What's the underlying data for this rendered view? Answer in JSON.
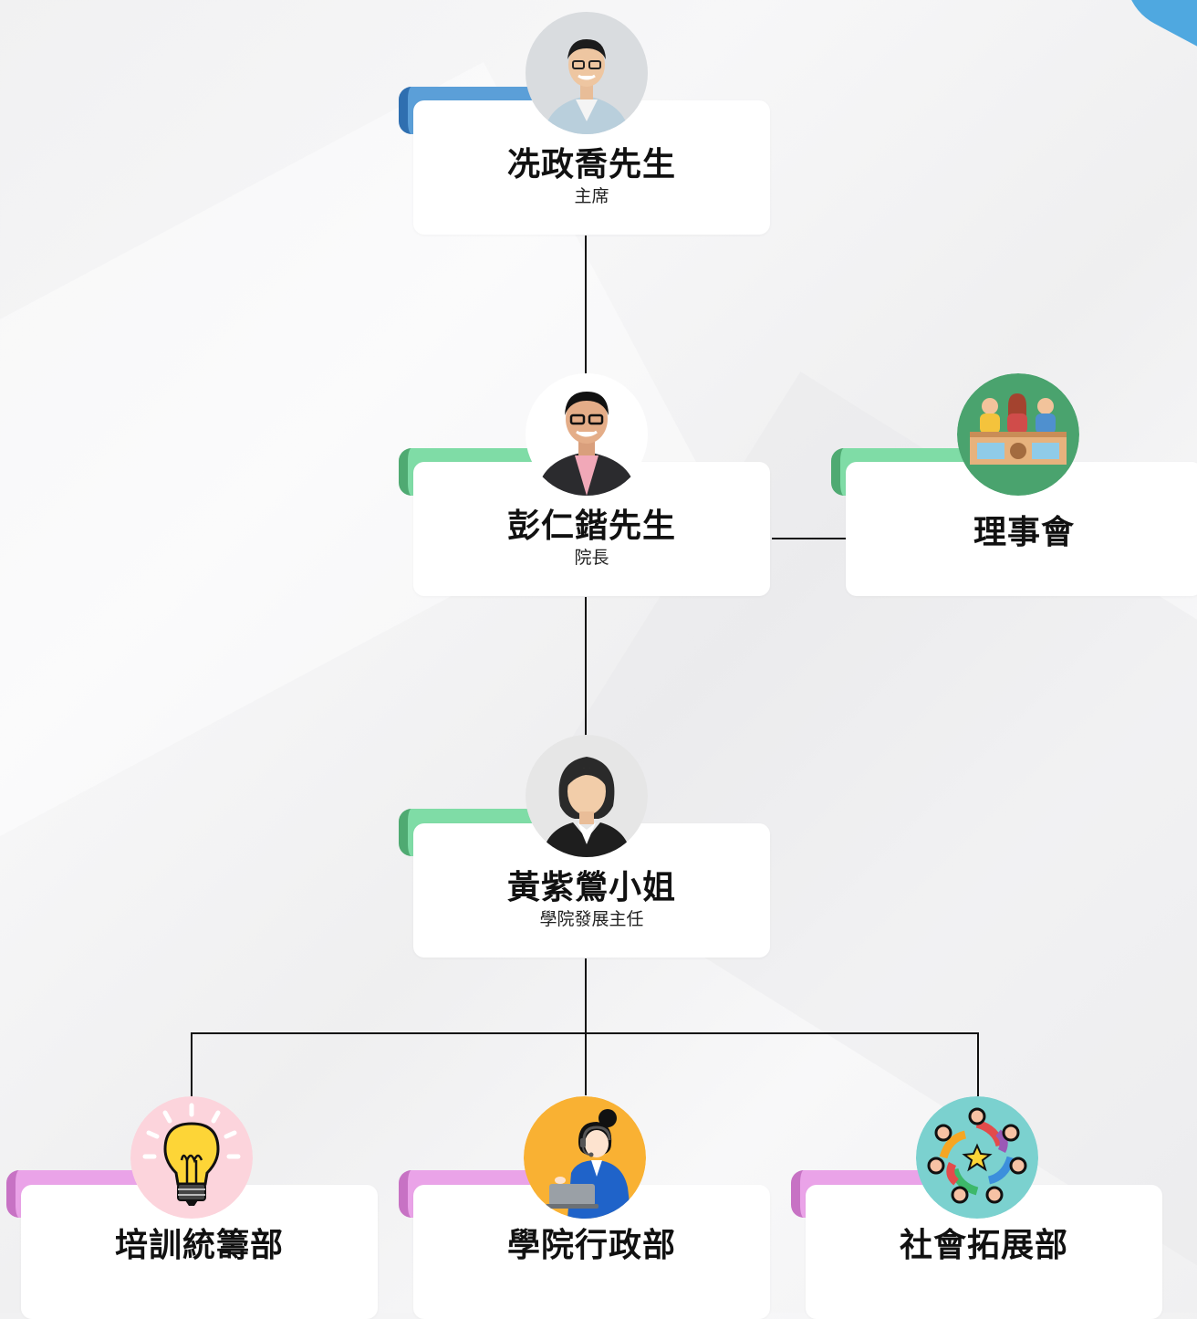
{
  "nodes": {
    "chair": {
      "name": "冼政喬先生",
      "role": "主席",
      "tab_color": "#5b9fd8",
      "tab_dark": "#2f6fb0"
    },
    "dean": {
      "name": "彭仁鍇先生",
      "role": "院長",
      "tab_color": "#7fdca6",
      "tab_dark": "#4faa72"
    },
    "board": {
      "name": "理事會",
      "tab_color": "#7fdca6",
      "tab_dark": "#4faa72",
      "icon_bg": "#4aa36e"
    },
    "director": {
      "name": "黃紫鶯小姐",
      "role": "學院發展主任",
      "tab_color": "#7fdca6",
      "tab_dark": "#4faa72"
    },
    "training": {
      "name": "培訓統籌部",
      "tab_color": "#eaa3e8",
      "tab_dark": "#c772c4",
      "icon_bg": "#fcd4dc"
    },
    "admin": {
      "name": "學院行政部",
      "tab_color": "#eaa3e8",
      "tab_dark": "#c772c4",
      "icon_bg": "#f9b133"
    },
    "social": {
      "name": "社會拓展部",
      "tab_color": "#eaa3e8",
      "tab_dark": "#c772c4",
      "icon_bg": "#7bd1cf"
    }
  }
}
